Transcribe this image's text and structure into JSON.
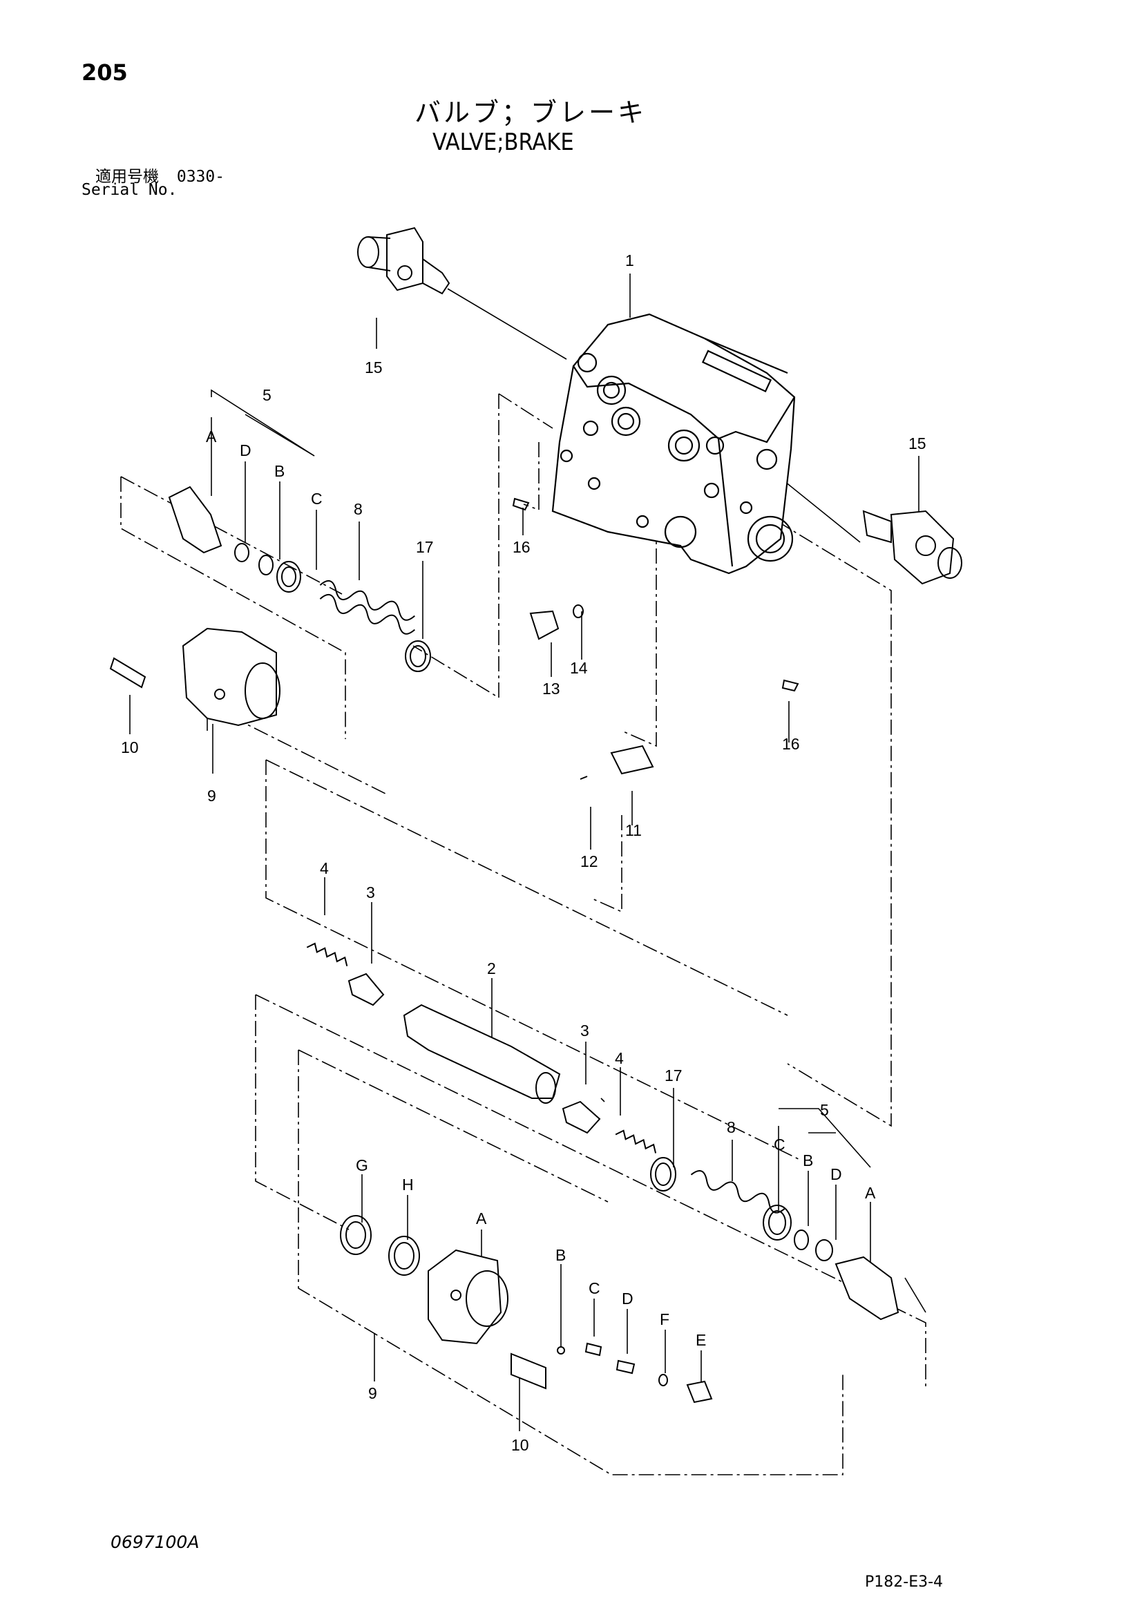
{
  "header": {
    "page_number": "205",
    "title_jp": "バルブ；ブレーキ",
    "title_en": "VALVE;BRAKE",
    "serial_label_jp": "適用号機",
    "serial_value": "0330-",
    "serial_label_en": "Serial No."
  },
  "footer": {
    "doc_code": "0697100A",
    "page_ref": "P182-E3-4"
  },
  "callouts": [
    {
      "id": "c1",
      "text": "1"
    },
    {
      "id": "c15a",
      "text": "15"
    },
    {
      "id": "c15b",
      "text": "15"
    },
    {
      "id": "c5a",
      "text": "5"
    },
    {
      "id": "cA1",
      "text": "A"
    },
    {
      "id": "cD1",
      "text": "D"
    },
    {
      "id": "cB1",
      "text": "B"
    },
    {
      "id": "cC1",
      "text": "C"
    },
    {
      "id": "c8a",
      "text": "8"
    },
    {
      "id": "c17a",
      "text": "17"
    },
    {
      "id": "c16a",
      "text": "16"
    },
    {
      "id": "c14",
      "text": "14"
    },
    {
      "id": "c13",
      "text": "13"
    },
    {
      "id": "c16b",
      "text": "16"
    },
    {
      "id": "c10a",
      "text": "10"
    },
    {
      "id": "c9a",
      "text": "9"
    },
    {
      "id": "c11",
      "text": "11"
    },
    {
      "id": "c12",
      "text": "12"
    },
    {
      "id": "c4a",
      "text": "4"
    },
    {
      "id": "c3a",
      "text": "3"
    },
    {
      "id": "c2",
      "text": "2"
    },
    {
      "id": "c3b",
      "text": "3"
    },
    {
      "id": "c4b",
      "text": "4"
    },
    {
      "id": "c17b",
      "text": "17"
    },
    {
      "id": "c8b",
      "text": "8"
    },
    {
      "id": "c5b",
      "text": "5"
    },
    {
      "id": "cC2",
      "text": "C"
    },
    {
      "id": "cB2",
      "text": "B"
    },
    {
      "id": "cD2",
      "text": "D"
    },
    {
      "id": "cA2",
      "text": "A"
    },
    {
      "id": "cG",
      "text": "G"
    },
    {
      "id": "cH",
      "text": "H"
    },
    {
      "id": "cA3",
      "text": "A"
    },
    {
      "id": "cB3",
      "text": "B"
    },
    {
      "id": "cC3",
      "text": "C"
    },
    {
      "id": "cD3",
      "text": "D"
    },
    {
      "id": "cF",
      "text": "F"
    },
    {
      "id": "cE",
      "text": "E"
    },
    {
      "id": "c9b",
      "text": "9"
    },
    {
      "id": "c10b",
      "text": "10"
    }
  ]
}
